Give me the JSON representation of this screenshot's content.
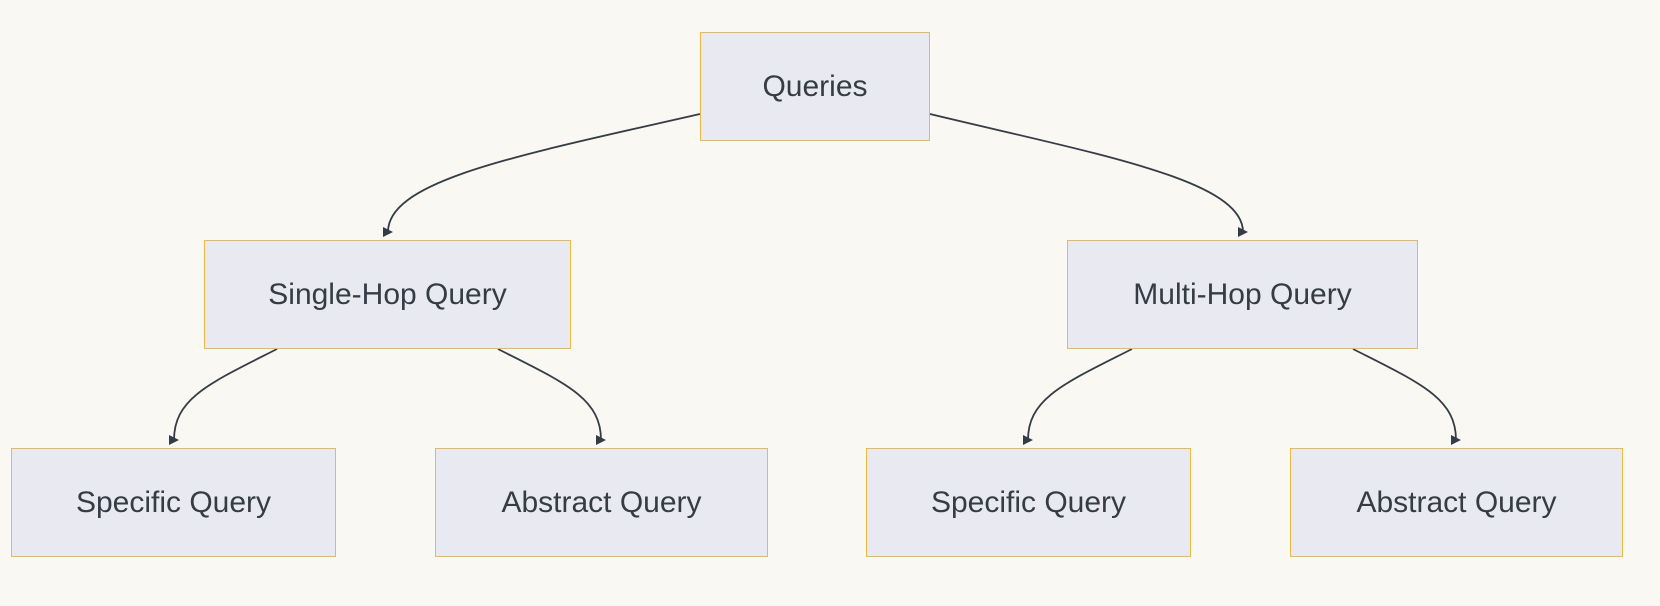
{
  "diagram": {
    "colors": {
      "background": "#f9f8f3",
      "node_fill": "#e9e9f1",
      "node_border": "#f0b93f",
      "text": "#363c45",
      "edge": "#363c45"
    },
    "nodes": {
      "root": "Queries",
      "single_hop": "Single-Hop Query",
      "multi_hop": "Multi-Hop Query",
      "single_specific": "Specific Query",
      "single_abstract": "Abstract Query",
      "multi_specific": "Specific Query",
      "multi_abstract": "Abstract Query"
    },
    "edges": [
      {
        "from": "root",
        "to": "single_hop"
      },
      {
        "from": "root",
        "to": "multi_hop"
      },
      {
        "from": "single_hop",
        "to": "single_specific"
      },
      {
        "from": "single_hop",
        "to": "single_abstract"
      },
      {
        "from": "multi_hop",
        "to": "multi_specific"
      },
      {
        "from": "multi_hop",
        "to": "multi_abstract"
      }
    ]
  }
}
